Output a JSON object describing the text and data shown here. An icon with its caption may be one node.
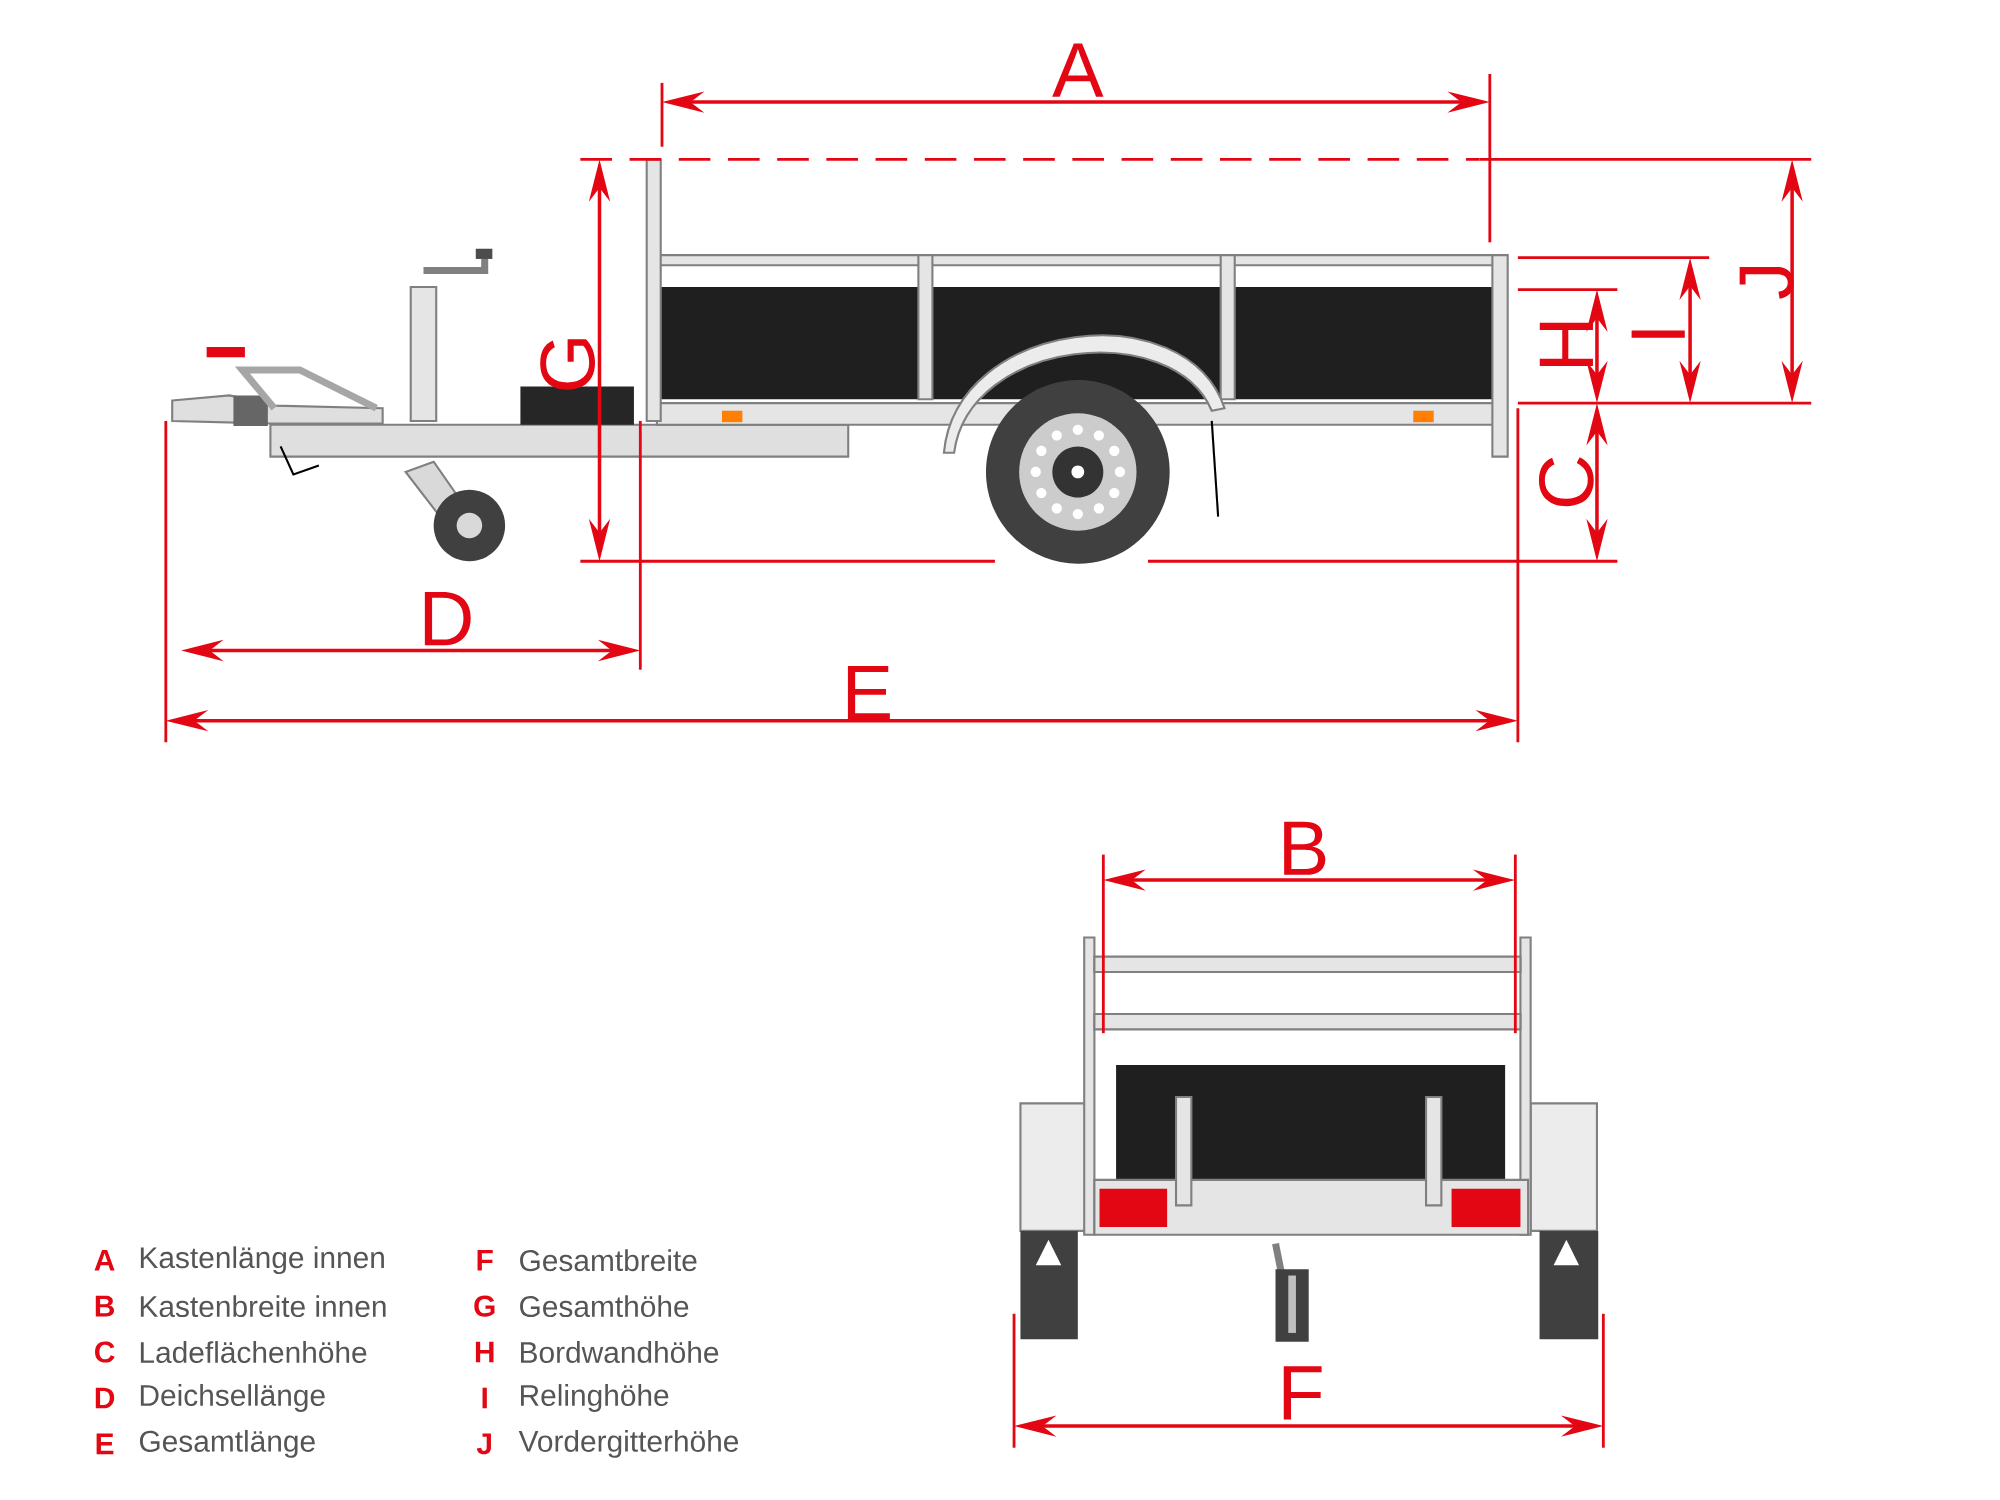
{
  "diagram": {
    "labels": [
      "A",
      "G",
      "H",
      "I",
      "J",
      "C",
      "D",
      "E",
      "B",
      "F",
      "A",
      "Kastenlänge innen",
      "F",
      "Gesamtbreite",
      "B",
      "Kastenbreite innen",
      "G",
      "Gesamthöhe",
      "C",
      "Ladeflächenhöhe",
      "H",
      "Bordwandhöhe",
      "D",
      "Deichsellänge",
      "I",
      "Relinghöhe",
      "E",
      "Gesamtlänge",
      "J",
      "Vordergitterhöhe"
    ]
  }
}
